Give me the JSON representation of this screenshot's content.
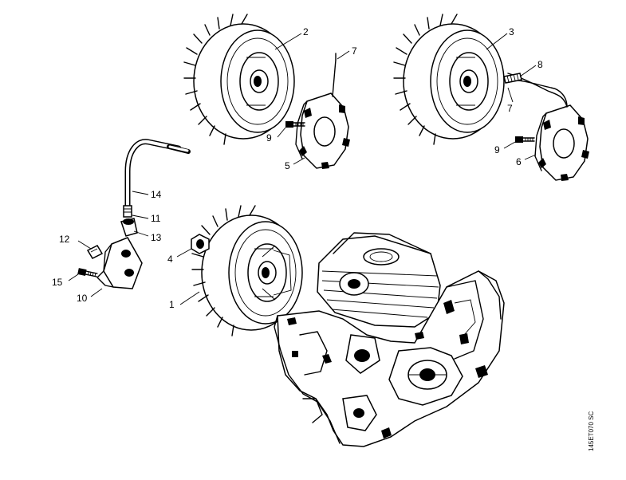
{
  "labels": {
    "p1": "1",
    "p2": "2",
    "p3": "3",
    "p4": "4",
    "p5": "5",
    "p6": "6",
    "p7a": "7",
    "p7b": "7",
    "p8": "8",
    "p9a": "9",
    "p9b": "9",
    "p10": "10",
    "p11": "11",
    "p12": "12",
    "p13": "13",
    "p14": "14",
    "p15": "15"
  },
  "reference_code": "145ET070 SC",
  "colors": {
    "line": "#000000",
    "background": "#ffffff"
  }
}
